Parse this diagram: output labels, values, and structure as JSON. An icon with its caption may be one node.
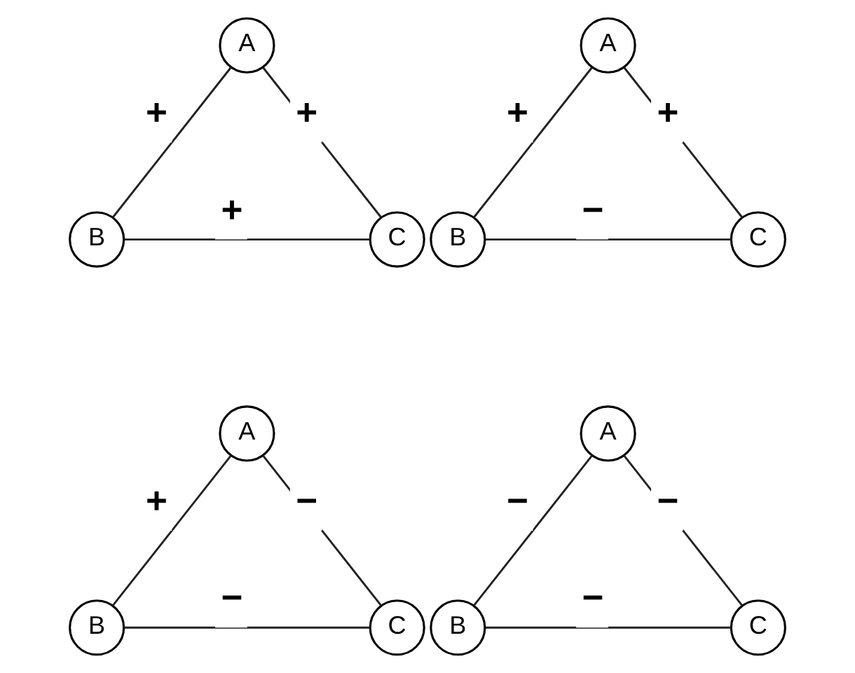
{
  "diagram": {
    "nodes": [
      {
        "text": [
          "A"
        ]
      },
      {
        "text": [
          "B"
        ]
      },
      {
        "text": [
          "C"
        ]
      },
      {
        "text": [
          "A"
        ]
      },
      {
        "text": [
          "B"
        ]
      },
      {
        "text": [
          "C"
        ]
      },
      {
        "text": [
          "A"
        ]
      },
      {
        "text": [
          "B"
        ]
      },
      {
        "text": [
          "C"
        ]
      },
      {
        "text": [
          "A"
        ]
      },
      {
        "text": [
          "B"
        ]
      },
      {
        "text": [
          "C"
        ]
      }
    ],
    "edges": [
      {
        "from": 0,
        "to": 1,
        "arrow": "none",
        "label": "+"
      },
      {
        "from": 0,
        "to": 2,
        "arrow": "none",
        "label": "+"
      },
      {
        "from": 1,
        "to": 2,
        "arrow": "none",
        "label": "+"
      },
      {
        "from": 3,
        "to": 4,
        "arrow": "none",
        "label": "+"
      },
      {
        "from": 3,
        "to": 5,
        "arrow": "none",
        "label": "+"
      },
      {
        "from": 4,
        "to": 5,
        "arrow": "none",
        "label": "−"
      },
      {
        "from": 6,
        "to": 7,
        "arrow": "none",
        "label": "+"
      },
      {
        "from": 6,
        "to": 8,
        "arrow": "none",
        "label": "−"
      },
      {
        "from": 7,
        "to": 8,
        "arrow": "none",
        "label": "−"
      },
      {
        "from": 9,
        "to": 10,
        "arrow": "none",
        "label": "−"
      },
      {
        "from": 9,
        "to": 11,
        "arrow": "none",
        "label": "−"
      },
      {
        "from": 10,
        "to": 11,
        "arrow": "none",
        "label": "−"
      }
    ]
  }
}
